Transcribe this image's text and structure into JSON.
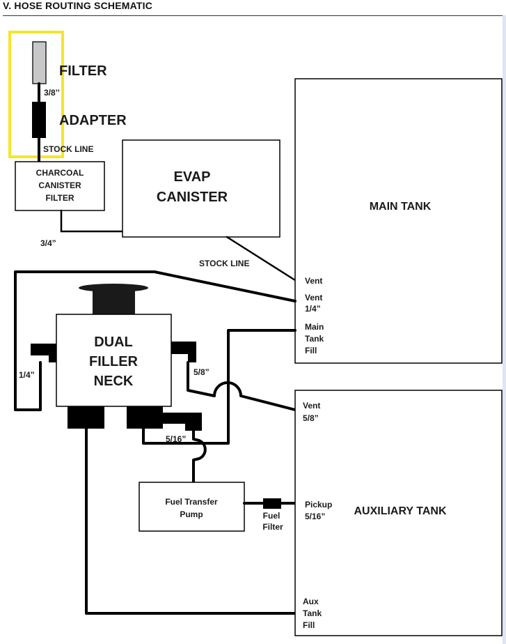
{
  "section_heading": "V.  HOSE ROUTING SCHEMATIC",
  "components": {
    "filter": "FILTER",
    "adapter": "ADAPTER",
    "charcoal_canister_filter": [
      "CHARCOAL",
      "CANISTER",
      "FILTER"
    ],
    "evap_canister": [
      "EVAP",
      "CANISTER"
    ],
    "main_tank": "MAIN TANK",
    "dual_filler_neck": [
      "DUAL",
      "FILLER",
      "NECK"
    ],
    "fuel_transfer_pump": [
      "Fuel Transfer",
      "Pump"
    ],
    "fuel_filter": [
      "Fuel",
      "Filter"
    ],
    "auxiliary_tank": "AUXILIARY TANK"
  },
  "hose_sizes": {
    "filter_to_adapter": "3/8’’",
    "canister_out": "3/4”",
    "left_vent": "1/4”",
    "right_vent": "5/8”",
    "transfer": "5/16”"
  },
  "line_labels": {
    "stock_line_top": "STOCK LINE",
    "stock_line_mid": "STOCK LINE"
  },
  "main_tank_ports": {
    "vent": "Vent",
    "vent_quarter": [
      "Vent",
      "1/4”"
    ],
    "fill": [
      "Main",
      "Tank",
      "Fill"
    ]
  },
  "aux_tank_ports": {
    "vent": [
      "Vent",
      "5/8”"
    ],
    "pickup": [
      "Pickup",
      "5/16”"
    ],
    "fill": [
      "Aux",
      "Tank",
      "Fill"
    ]
  },
  "colors": {
    "highlight": "#f5e52a",
    "filter_body": "#c8c8c8",
    "adapter_body": "#000000",
    "neck_cap": "#1a1a1a",
    "fitting": "#000000",
    "page_edge": "#dde6f2"
  }
}
